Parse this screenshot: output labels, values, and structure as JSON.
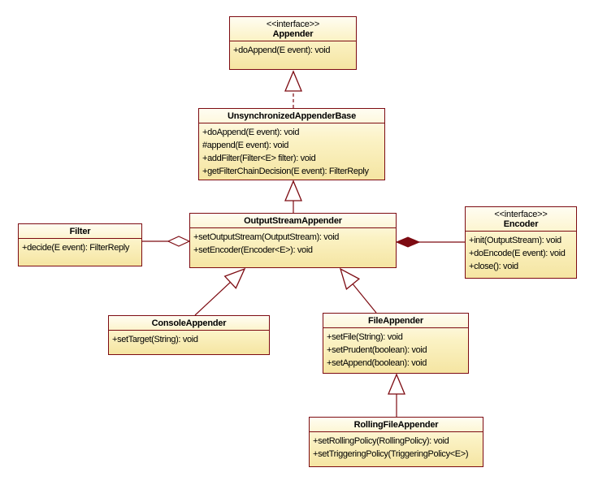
{
  "colors": {
    "line": "#7d0b12",
    "box_border": "#7d0b12",
    "box_fill_top": "#fffdf2",
    "box_fill_bottom": "#f5e5a2",
    "text": "#000000",
    "composition_diamond_fill": "#7d0b12"
  },
  "classes": [
    {
      "id": "appender",
      "stereotype": "<<interface>>",
      "name": "Appender",
      "methods": [
        "+doAppend(E event): void"
      ]
    },
    {
      "id": "unsynchronized-appender-base",
      "name": "UnsynchronizedAppenderBase",
      "methods": [
        "+doAppend(E event): void",
        "#append(E event): void",
        "+addFilter(Filter<E> filter): void",
        "+getFilterChainDecision(E event): FilterReply"
      ]
    },
    {
      "id": "output-stream-appender",
      "name": "OutputStreamAppender",
      "methods": [
        "+setOutputStream(OutputStream): void",
        "+setEncoder(Encoder<E>): void"
      ]
    },
    {
      "id": "filter",
      "name": "Filter",
      "methods": [
        "+decide(E event): FilterReply"
      ]
    },
    {
      "id": "encoder",
      "stereotype": "<<interface>>",
      "name": "Encoder",
      "methods": [
        "+init(OutputStream): void",
        "+doEncode(E event): void",
        "+close(): void"
      ]
    },
    {
      "id": "console-appender",
      "name": "ConsoleAppender",
      "methods": [
        "+setTarget(String): void"
      ]
    },
    {
      "id": "file-appender",
      "name": "FileAppender",
      "methods": [
        "+setFile(String): void",
        "+setPrudent(boolean): void",
        "+setAppend(boolean): void"
      ]
    },
    {
      "id": "rolling-file-appender",
      "name": "RollingFileAppender",
      "methods": [
        "+setRollingPolicy(RollingPolicy): void",
        "+setTriggeringPolicy(TriggeringPolicy<E>)"
      ]
    }
  ],
  "relationships": [
    {
      "from": "UnsynchronizedAppenderBase",
      "to": "Appender",
      "type": "realization"
    },
    {
      "from": "OutputStreamAppender",
      "to": "UnsynchronizedAppenderBase",
      "type": "generalization"
    },
    {
      "from": "ConsoleAppender",
      "to": "OutputStreamAppender",
      "type": "generalization"
    },
    {
      "from": "FileAppender",
      "to": "OutputStreamAppender",
      "type": "generalization"
    },
    {
      "from": "RollingFileAppender",
      "to": "FileAppender",
      "type": "generalization"
    },
    {
      "from": "OutputStreamAppender",
      "to": "Filter",
      "type": "aggregation"
    },
    {
      "from": "OutputStreamAppender",
      "to": "Encoder",
      "type": "composition"
    }
  ]
}
